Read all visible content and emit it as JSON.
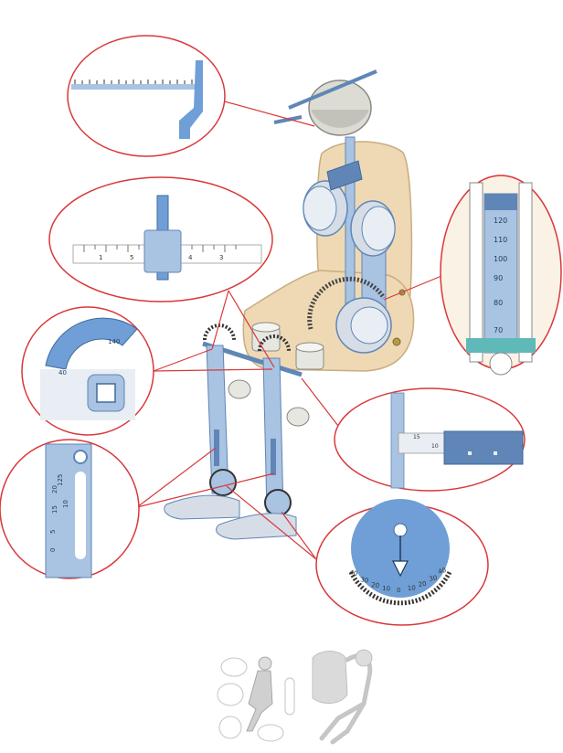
{
  "colors": {
    "callout_outline": "#d9383a",
    "metal_blue": "#a9c3e2",
    "metal_blue_dark": "#5f86b6",
    "dial_blue": "#6f9fd6",
    "seat_cream": "#eed9b4",
    "seat_cream_dark": "#c9ad80",
    "teal": "#5fb9b9"
  },
  "icons": [
    "arrow-down-icon"
  ],
  "callouts": {
    "ruler_scale_1": "1",
    "ruler_scale_5": "5",
    "ruler_scale_4": "4",
    "ruler_scale_3": "3",
    "tube_120": "120",
    "tube_110": "110",
    "tube_100": "100",
    "tube_90": "90",
    "tube_80": "80",
    "tube_70": "70",
    "knee_40": "40",
    "knee_140": "140",
    "leg_sliver_0": "0",
    "leg_sliver_5": "5",
    "leg_10": "10",
    "leg_15": "15",
    "leg_20": "20",
    "leg_125": "125",
    "vernier_10": "10",
    "vernier_15": "15",
    "ankle_40": "40",
    "ankle_30": "30",
    "ankle_20": "20",
    "ankle_10": "10",
    "ankle_0": "0",
    "ankle_n10": "10",
    "ankle_n20": "20",
    "ankle_n30": "30",
    "ankle_n40": "40"
  }
}
